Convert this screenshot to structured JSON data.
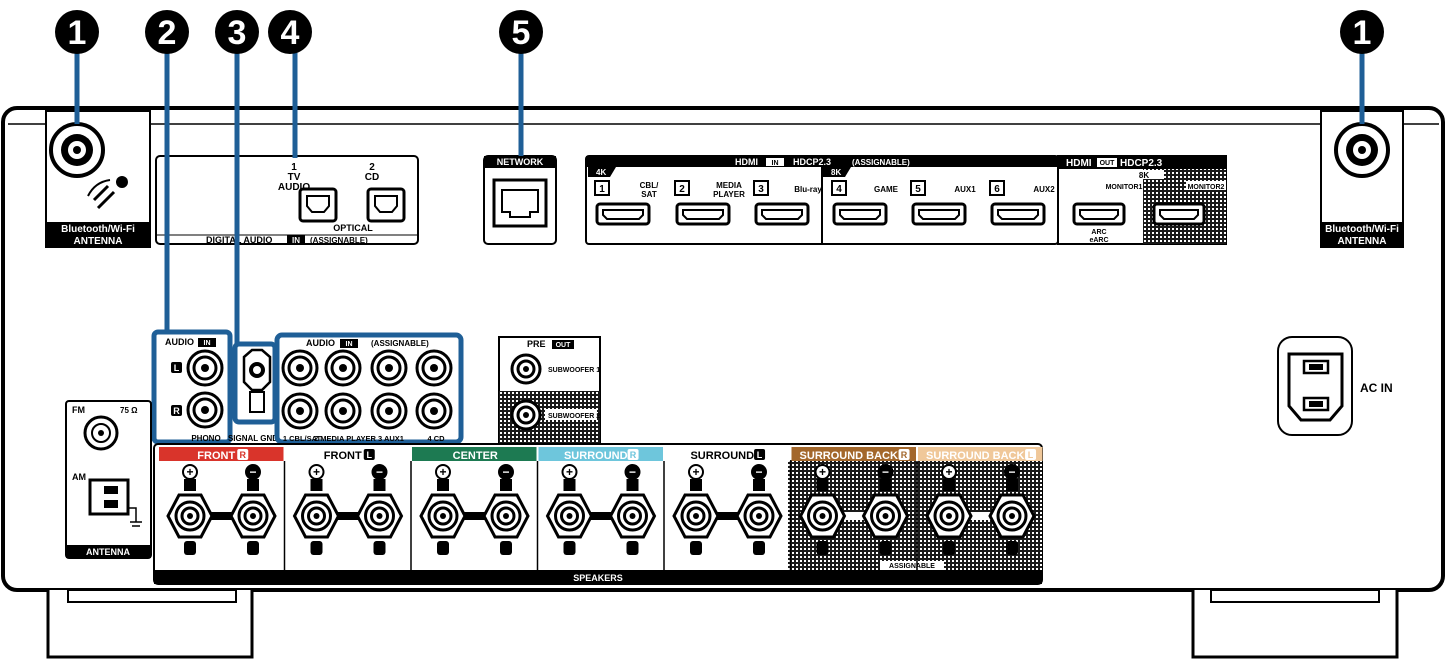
{
  "callouts": [
    {
      "id": "1",
      "label": "1"
    },
    {
      "id": "2",
      "label": "2"
    },
    {
      "id": "3",
      "label": "3"
    },
    {
      "id": "4",
      "label": "4"
    },
    {
      "id": "5",
      "label": "5"
    }
  ],
  "antenna_bt": {
    "line1": "Bluetooth/Wi-Fi",
    "line2": "ANTENNA"
  },
  "digital_audio": {
    "port1_num": "1",
    "port1_name1": "TV",
    "port1_name2": "AUDIO",
    "port2_num": "2",
    "port2_name": "CD",
    "optical": "OPTICAL",
    "footer_a": "DIGITAL AUDIO",
    "footer_in": "IN",
    "footer_b": "(ASSIGNABLE)"
  },
  "network": {
    "label": "NETWORK"
  },
  "hdmi_in": {
    "title_a": "HDMI",
    "title_in": "IN",
    "title_b": "HDCP2.3",
    "title_c": "(ASSIGNABLE)",
    "tag_4k": "4K",
    "tag_8k": "8K",
    "ports": [
      {
        "num": "1",
        "name1": "CBL/",
        "name2": "SAT"
      },
      {
        "num": "2",
        "name1": "MEDIA",
        "name2": "PLAYER"
      },
      {
        "num": "3",
        "name1": "Blu-ray",
        "name2": ""
      },
      {
        "num": "4",
        "name1": "GAME",
        "name2": ""
      },
      {
        "num": "5",
        "name1": "AUX1",
        "name2": ""
      },
      {
        "num": "6",
        "name1": "AUX2",
        "name2": ""
      }
    ]
  },
  "hdmi_out": {
    "title_a": "HDMI",
    "title_out": "OUT",
    "title_b": "HDCP2.3",
    "tag_8k": "8K",
    "monitor1": "MONITOR1",
    "monitor2": "MONITOR2",
    "arc1": "ARC",
    "arc2": "eARC"
  },
  "audio_in_phono": {
    "title_a": "AUDIO",
    "title_in": "IN",
    "left": "L",
    "right": "R",
    "phono": "PHONO",
    "signal_gnd": "SIGNAL GND"
  },
  "audio_in_assign": {
    "title_a": "AUDIO",
    "title_in": "IN",
    "title_b": "(ASSIGNABLE)",
    "jacks": [
      "1 CBL/SAT",
      "2 MEDIA PLAYER",
      "3 AUX1",
      "4 CD"
    ]
  },
  "pre_out": {
    "title_a": "PRE",
    "title_out": "OUT",
    "sub1": "SUBWOOFER 1",
    "sub2": "SUBWOOFER 2"
  },
  "fm_am": {
    "fm": "FM",
    "ohm": "75 Ω",
    "am": "AM",
    "antenna": "ANTENNA"
  },
  "speakers": {
    "footer": "SPEAKERS",
    "assignable": "ASSIGNABLE",
    "plus": "+",
    "minus": "−",
    "channels": [
      {
        "name": "FRONT",
        "side": "R",
        "color": "#d9342b"
      },
      {
        "name": "FRONT",
        "side": "L",
        "color": "#ffffff"
      },
      {
        "name": "CENTER",
        "side": "",
        "color": "#1d7a52"
      },
      {
        "name": "SURROUND",
        "side": "R",
        "color": "#6ec6dc"
      },
      {
        "name": "SURROUND",
        "side": "L",
        "color": "#ffffff"
      },
      {
        "name": "SURROUND BACK",
        "side": "R",
        "color": "#a3672b"
      },
      {
        "name": "SURROUND BACK",
        "side": "L",
        "color": "#f0c89a"
      }
    ]
  },
  "ac_in": {
    "label": "AC IN"
  },
  "colors": {
    "highlight": "#1f5f97",
    "accent_red": "#d9342b",
    "accent_green": "#1d7a52",
    "accent_cyan": "#6ec6dc"
  }
}
